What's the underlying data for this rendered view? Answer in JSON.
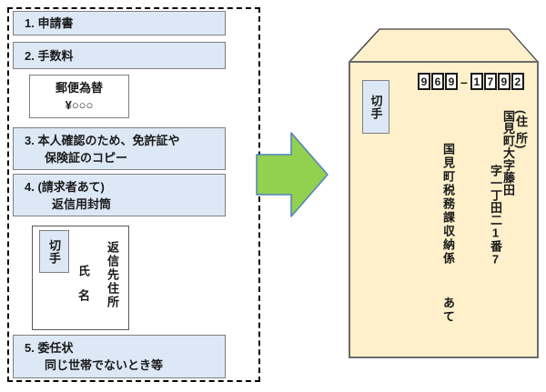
{
  "diagram": {
    "checklist": {
      "item1": "1. 申請書",
      "item2": "2. 手数料",
      "money_order": {
        "line1": "郵便為替",
        "line2": "¥○○○"
      },
      "item3_line1": "3. 本人確認のため、免許証や",
      "item3_line2": "保険証のコピー",
      "item4_line1": "4. (請求者あて)",
      "item4_line2": "返信用封筒",
      "reply_envelope": {
        "stamp_label": "切手",
        "reply_address_label": "返信先住所",
        "name_label": "氏名"
      },
      "item5_line1": "5. 委任状",
      "item5_line2": "同じ世帯でないとき等"
    },
    "envelope": {
      "stamp_label": "切手",
      "postal_code": {
        "digits": [
          "9",
          "6",
          "9",
          "1",
          "7",
          "9",
          "2"
        ],
        "separator": "–"
      },
      "address_label": "(住 所)",
      "address_line1": "国見町大字藤田",
      "address_line2": "字一丁田二1番7",
      "recipient": "国見町税務課収納係  あて"
    },
    "colors": {
      "item_fill": "#dce8f5",
      "item_border": "#7f7f7f",
      "envelope_fill": "#fdf0cb",
      "envelope_border": "#6b6b6b",
      "arrow_fill": "#92d050",
      "arrow_stroke": "#4f81bd"
    }
  }
}
